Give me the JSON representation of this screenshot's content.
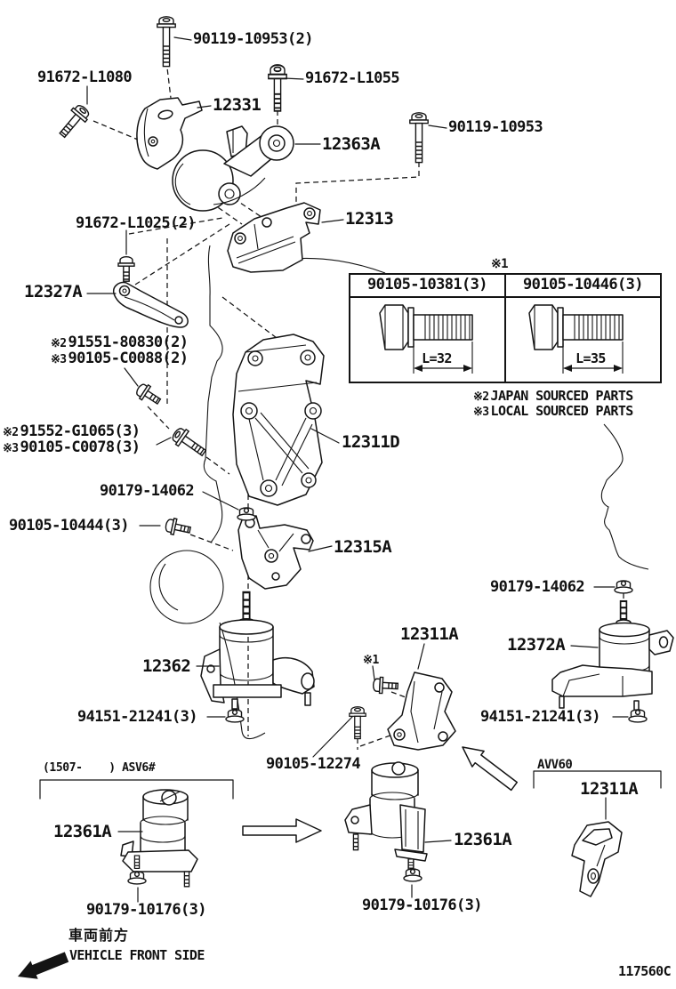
{
  "figure": {
    "code": "117560C"
  },
  "callouts": {
    "c90119_10953_2": "90119-10953(2)",
    "c91672_L1080": "91672-L1080",
    "c12331": "12331",
    "c91672_L1055": "91672-L1055",
    "c12363A": "12363A",
    "c90119_10953": "90119-10953",
    "c91672_L1025_2": "91672-L1025(2)",
    "c12313": "12313",
    "c12327A": "12327A",
    "c12311D": "12311D",
    "c90179_14062": "90179-14062",
    "c90105_10444_3": "90105-10444(3)",
    "c12315A": "12315A",
    "c12311A": "12311A",
    "c12372A": "12372A",
    "c12362": "12362",
    "c94151_21241_3": "94151-21241(3)",
    "c90105_12274": "90105-12274",
    "c12361A": "12361A",
    "c90179_10176_3": "90179-10176(3)",
    "marker1": "※1"
  },
  "flagged": {
    "f91551": {
      "flag": "※2",
      "number": "91551-80830(2)"
    },
    "f90105C0088": {
      "flag": "※3",
      "number": "90105-C0088(2)"
    },
    "f91552": {
      "flag": "※2",
      "number": "91552-G1065(3)"
    },
    "f90105C0078": {
      "flag": "※3",
      "number": "90105-C0078(3)"
    }
  },
  "ref_box": {
    "marker": "※1",
    "columns": [
      {
        "part_number": "90105-10381(3)",
        "length_label": "L=32"
      },
      {
        "part_number": "90105-10446(3)",
        "length_label": "L=35"
      }
    ]
  },
  "legend": [
    {
      "flag": "※2",
      "text": "JAPAN SOURCED PARTS"
    },
    {
      "flag": "※3",
      "text": "LOCAL SOURCED PARTS"
    }
  ],
  "variants": {
    "left_range": "(1507-    ) ASV6#",
    "right_code": "AVV60"
  },
  "direction": {
    "jp": "車両前方",
    "en": "VEHICLE FRONT SIDE"
  }
}
